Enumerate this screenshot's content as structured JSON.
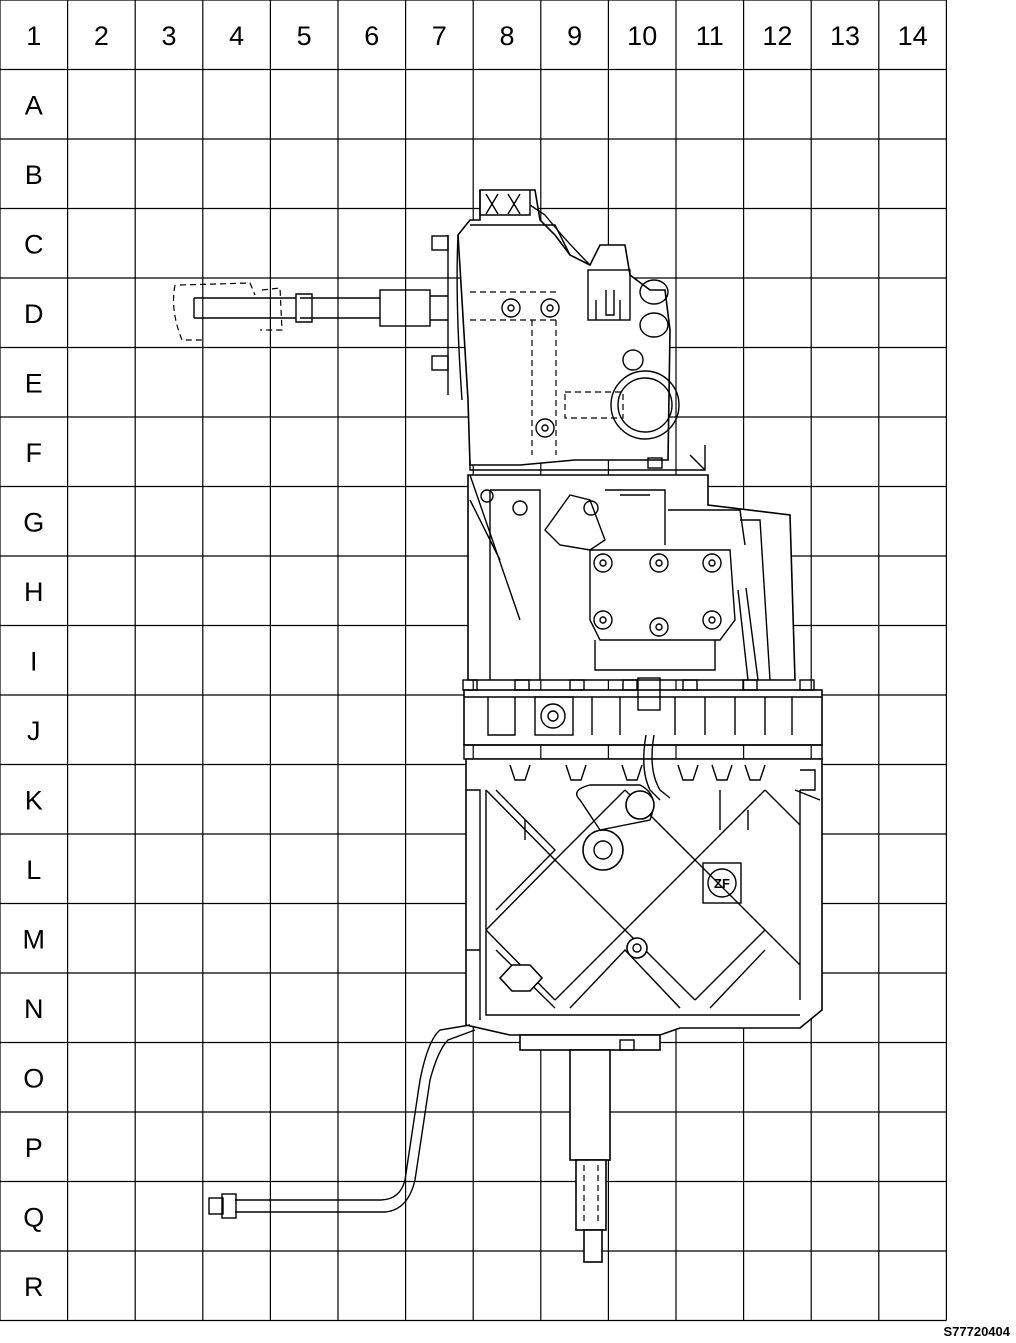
{
  "grid": {
    "columns": [
      "1",
      "2",
      "3",
      "4",
      "5",
      "6",
      "7",
      "8",
      "9",
      "10",
      "11",
      "12",
      "13",
      "14"
    ],
    "rows": [
      "A",
      "B",
      "C",
      "D",
      "E",
      "F",
      "G",
      "H",
      "I",
      "J",
      "K",
      "L",
      "M",
      "N",
      "O",
      "P",
      "Q",
      "R"
    ]
  },
  "drawing": {
    "subject": "transmission-assembly",
    "logo_text": "ZF"
  },
  "reference_code": "S77720404"
}
